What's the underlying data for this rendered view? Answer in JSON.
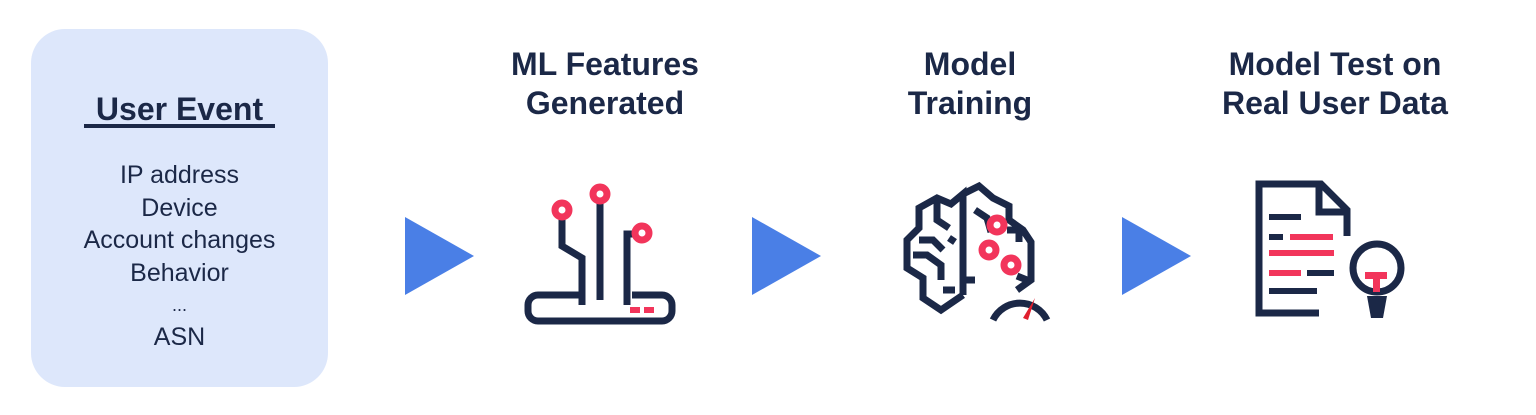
{
  "user_event_card": {
    "title": "User Event",
    "items": [
      "IP address",
      "Device",
      "Account changes",
      "Behavior",
      "...",
      "ASN"
    ]
  },
  "steps": [
    {
      "heading_line1": "ML Features",
      "heading_line2": "Generated",
      "icon": "circuit-board-icon"
    },
    {
      "heading_line1": "Model",
      "heading_line2": "Training",
      "icon": "brain-gauge-icon"
    },
    {
      "heading_line1": "Model Test on",
      "heading_line2": "Real User Data",
      "icon": "document-lightbulb-icon"
    }
  ],
  "colors": {
    "navy": "#1b2847",
    "accent_pink": "#f2355b",
    "arrow_blue": "#4a7fe6",
    "card_bg": "#dde7fb"
  }
}
